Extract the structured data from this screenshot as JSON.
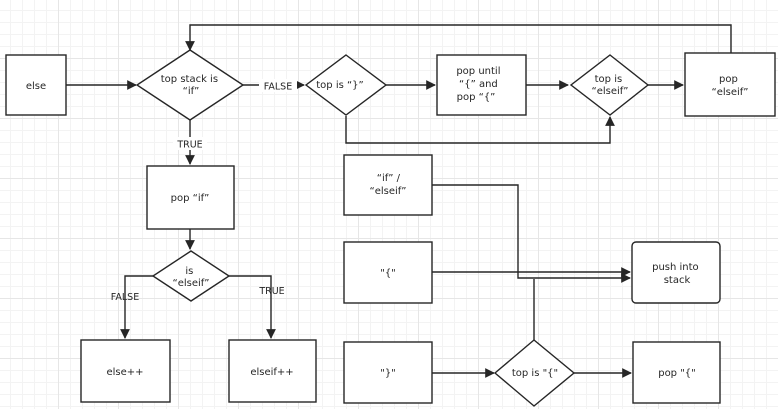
{
  "nodes": {
    "else": [
      "else"
    ],
    "top_if": [
      "top stack is",
      "“if”"
    ],
    "top_brace": [
      "top is “}”"
    ],
    "pop_until": [
      "pop until",
      "“{” and",
      "pop “{”"
    ],
    "top_elseif": [
      "top is",
      "“elseif”"
    ],
    "pop_elseif": [
      "pop",
      "“elseif”"
    ],
    "pop_if": [
      "pop “if”"
    ],
    "is_elseif": [
      "is",
      "“elseif”"
    ],
    "else_inc": [
      "else++"
    ],
    "elseif_inc": [
      "elseif++"
    ],
    "if_elseif": [
      "“if” /",
      "“elseif”"
    ],
    "open_brace": [
      "\"{\""
    ],
    "close_brace": [
      "\"}\""
    ],
    "top_open": [
      "top is \"{\""
    ],
    "push": [
      "push into",
      "stack"
    ],
    "pop_open": [
      "pop \"{\""
    ]
  },
  "edge_labels": {
    "false_1": "FALSE",
    "true_1": "TRUE",
    "false_2": "FALSE",
    "true_2": "TRUE"
  }
}
